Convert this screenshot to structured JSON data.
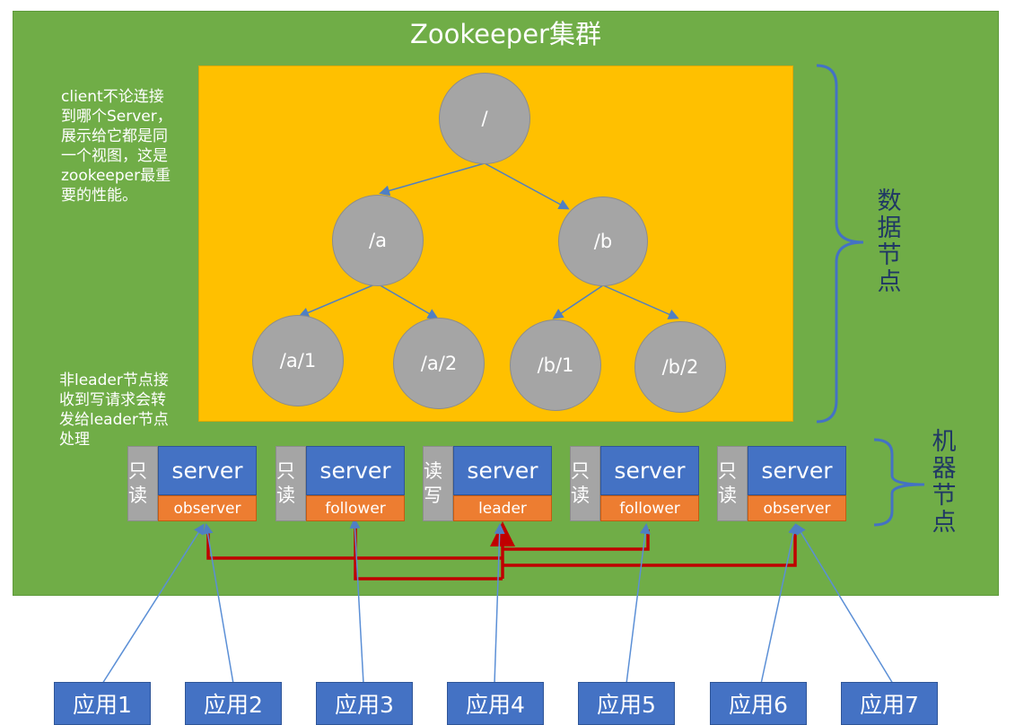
{
  "cluster": {
    "title": "Zookeeper集群"
  },
  "notes": {
    "view": "client不论连接\n到哪个Server，\n展示给它都是同\n一个视图，这是\nzookeeper最重\n要的性能。",
    "forward": "非leader节点接\n收到写请求会转\n发给leader节点\n处理"
  },
  "tree": {
    "nodes": [
      {
        "id": "root",
        "label": "/"
      },
      {
        "id": "a",
        "label": "/a"
      },
      {
        "id": "b",
        "label": "/b"
      },
      {
        "id": "a1",
        "label": "/a/1"
      },
      {
        "id": "a2",
        "label": "/a/2"
      },
      {
        "id": "b1",
        "label": "/b/1"
      },
      {
        "id": "b2",
        "label": "/b/2"
      }
    ]
  },
  "labels": {
    "data_nodes": "数\n据\n节\n点",
    "machine_nodes": "机\n器\n节\n点"
  },
  "servers": [
    {
      "mode": "只\n读",
      "name": "server",
      "role": "observer"
    },
    {
      "mode": "只\n读",
      "name": "server",
      "role": "follower"
    },
    {
      "mode": "读\n写",
      "name": "server",
      "role": "leader"
    },
    {
      "mode": "只\n读",
      "name": "server",
      "role": "follower"
    },
    {
      "mode": "只\n读",
      "name": "server",
      "role": "observer"
    }
  ],
  "apps": [
    "应用1",
    "应用2",
    "应用3",
    "应用4",
    "应用5",
    "应用6",
    "应用7"
  ],
  "colors": {
    "cluster": "#70ad47",
    "panel": "#ffc000",
    "node": "#a5a5a5",
    "server": "#4472c4",
    "role": "#ed7d31",
    "forward_line": "#c00000",
    "client_line": "#5b8fd6",
    "bracket": "#4472c4"
  }
}
